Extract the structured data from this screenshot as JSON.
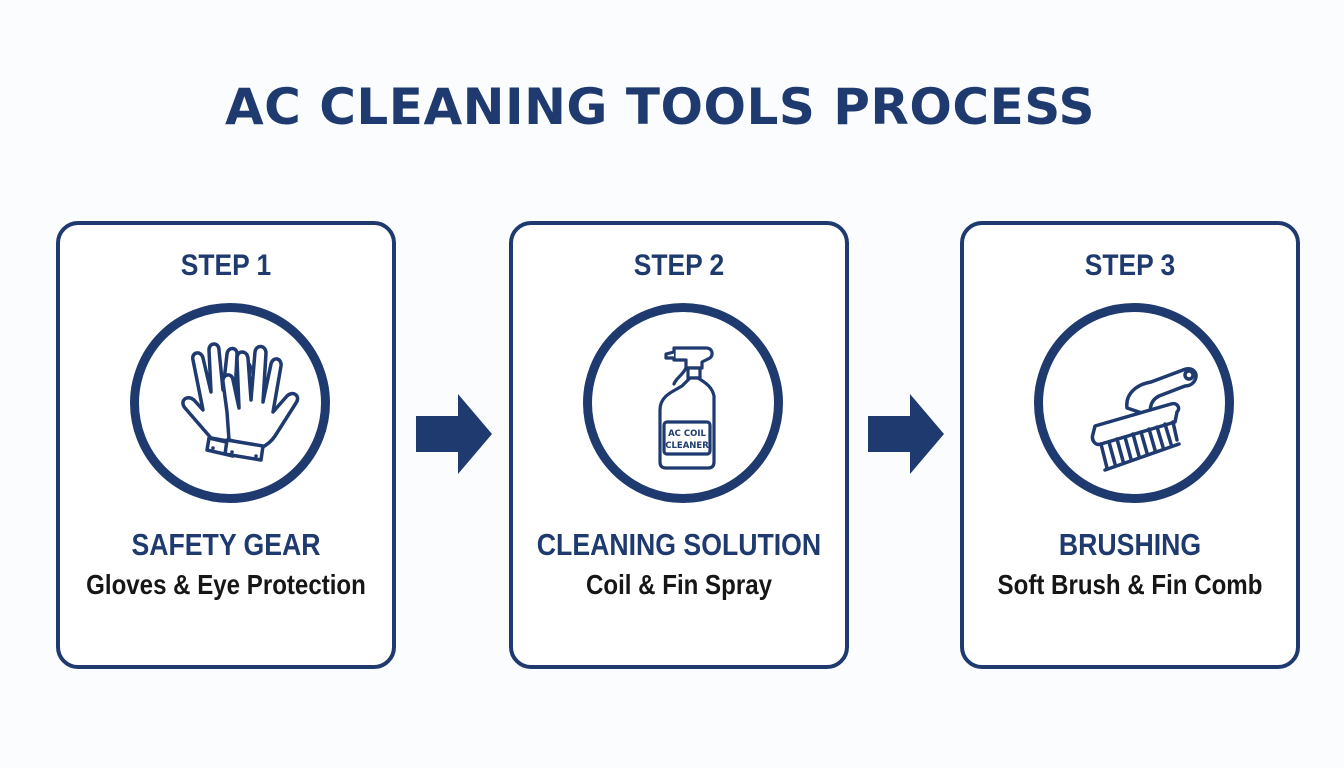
{
  "title": "AC CLEANING TOOLS PROCESS",
  "colors": {
    "primary": "#1e3a6e",
    "text": "#161616",
    "background": "#fbfcfd"
  },
  "steps": [
    {
      "step": "STEP 1",
      "icon": "gloves-icon",
      "heading": "SAFETY GEAR",
      "subtitle": "Gloves & Eye Protection"
    },
    {
      "step": "STEP 2",
      "icon": "spray-bottle-icon",
      "icon_text": "AC COIL CLEANER",
      "heading": "CLEANING SOLUTION",
      "subtitle": "Coil & Fin Spray"
    },
    {
      "step": "STEP 3",
      "icon": "brush-icon",
      "heading": "BRUSHING",
      "subtitle": "Soft Brush & Fin Comb"
    }
  ],
  "connectors": [
    "arrow-right-icon",
    "arrow-right-icon"
  ]
}
